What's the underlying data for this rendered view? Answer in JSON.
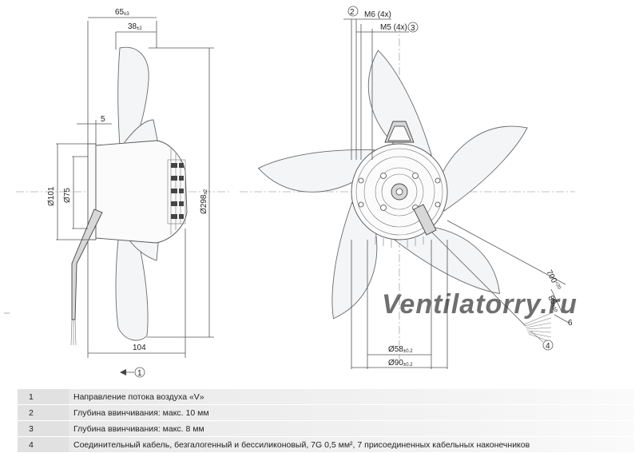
{
  "dimensions": {
    "d65": "65",
    "d65_tol": "±3",
    "d38": "38",
    "d38_tol": "±2",
    "d5": "5",
    "d101": "Ø101",
    "d75": "Ø75",
    "d298": "Ø298",
    "d298_tol": "±2",
    "d104": "104",
    "d2": "2",
    "m6": "M6 (4x)",
    "m5": "M5 (4x)",
    "d3": "3",
    "d700": "700",
    "d700_tol": "+20",
    "d85": "85",
    "d85_tol": "±10",
    "d6": "6",
    "d4": "4",
    "d58": "Ø58",
    "d58_tol": "±0.2",
    "d90": "Ø90",
    "d90_tol": "±0.2",
    "d1": "1"
  },
  "watermark": "Ventilatorry.ru",
  "notes": [
    {
      "num": "1",
      "text": "Направление потока воздуха «V»"
    },
    {
      "num": "2",
      "text": "Глубина ввинчивания: макс. 10 мм"
    },
    {
      "num": "3",
      "text": "Глубина ввинчивания: макс. 8 мм"
    },
    {
      "num": "4",
      "text": "Соединительный кабель, безгалогенный и бессиликоновый, 7G 0,5 мм², 7 присоединенных кабельных наконечников"
    }
  ]
}
